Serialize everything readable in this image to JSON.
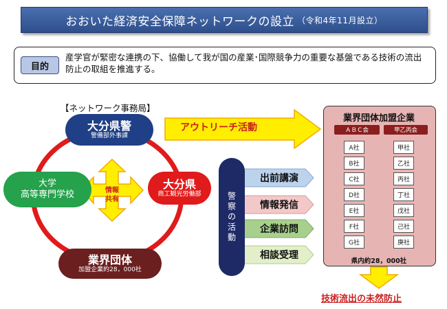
{
  "title": {
    "main": "おおいた経済安全保障ネットワークの設立",
    "sub": "（令和4年11月設立）"
  },
  "purpose": {
    "label": "目的",
    "text": "産学官が緊密な連携の下、協働して我が国の産業･国際競争力の重要な基盤である技術の流出防止の取組を推進する。"
  },
  "network": {
    "secretariat_label": "【ネットワーク事務局】",
    "nodes": {
      "police": {
        "name": "大分県警",
        "sub": "警備部外事課"
      },
      "university": {
        "line1": "大学",
        "line2": "高等専門学校"
      },
      "prefecture": {
        "name": "大分県",
        "sub": "商工観光労働部"
      },
      "industry": {
        "name": "業界団体",
        "sub": "加盟企業約28，000社"
      }
    },
    "center_label": {
      "line1": "情報",
      "line2": "共有"
    }
  },
  "outreach": {
    "label": "アウトリーチ活動"
  },
  "police_activity": {
    "label": "警察の活動",
    "items": [
      {
        "label": "出前講演",
        "color": "#bcd3ee"
      },
      {
        "label": "情報発信",
        "color": "#f3c8c8"
      },
      {
        "label": "企業訪問",
        "color": "#a8d08d"
      },
      {
        "label": "相談受理",
        "color": "#e2efc9"
      }
    ]
  },
  "member_panel": {
    "title": "業界団体加盟企業",
    "groups": [
      {
        "name": "ＡＢＣ会",
        "companies": [
          "A社",
          "B社",
          "C社",
          "D社",
          "E社",
          "F社",
          "G社"
        ]
      },
      {
        "name": "甲乙丙会",
        "companies": [
          "甲社",
          "乙社",
          "丙社",
          "丁社",
          "戊社",
          "己社",
          "庚社"
        ]
      }
    ],
    "footer": "県内約28，000社"
  },
  "goal": {
    "label": "技術流出の未然防止"
  },
  "colors": {
    "police": "#1f3f86",
    "university": "#25a24b",
    "prefecture": "#e01b1b",
    "industry": "#6b1f1f",
    "ring": "#e01b1b",
    "arrow_yellow": "#ffee00",
    "goal_red": "#cc1f1f"
  }
}
